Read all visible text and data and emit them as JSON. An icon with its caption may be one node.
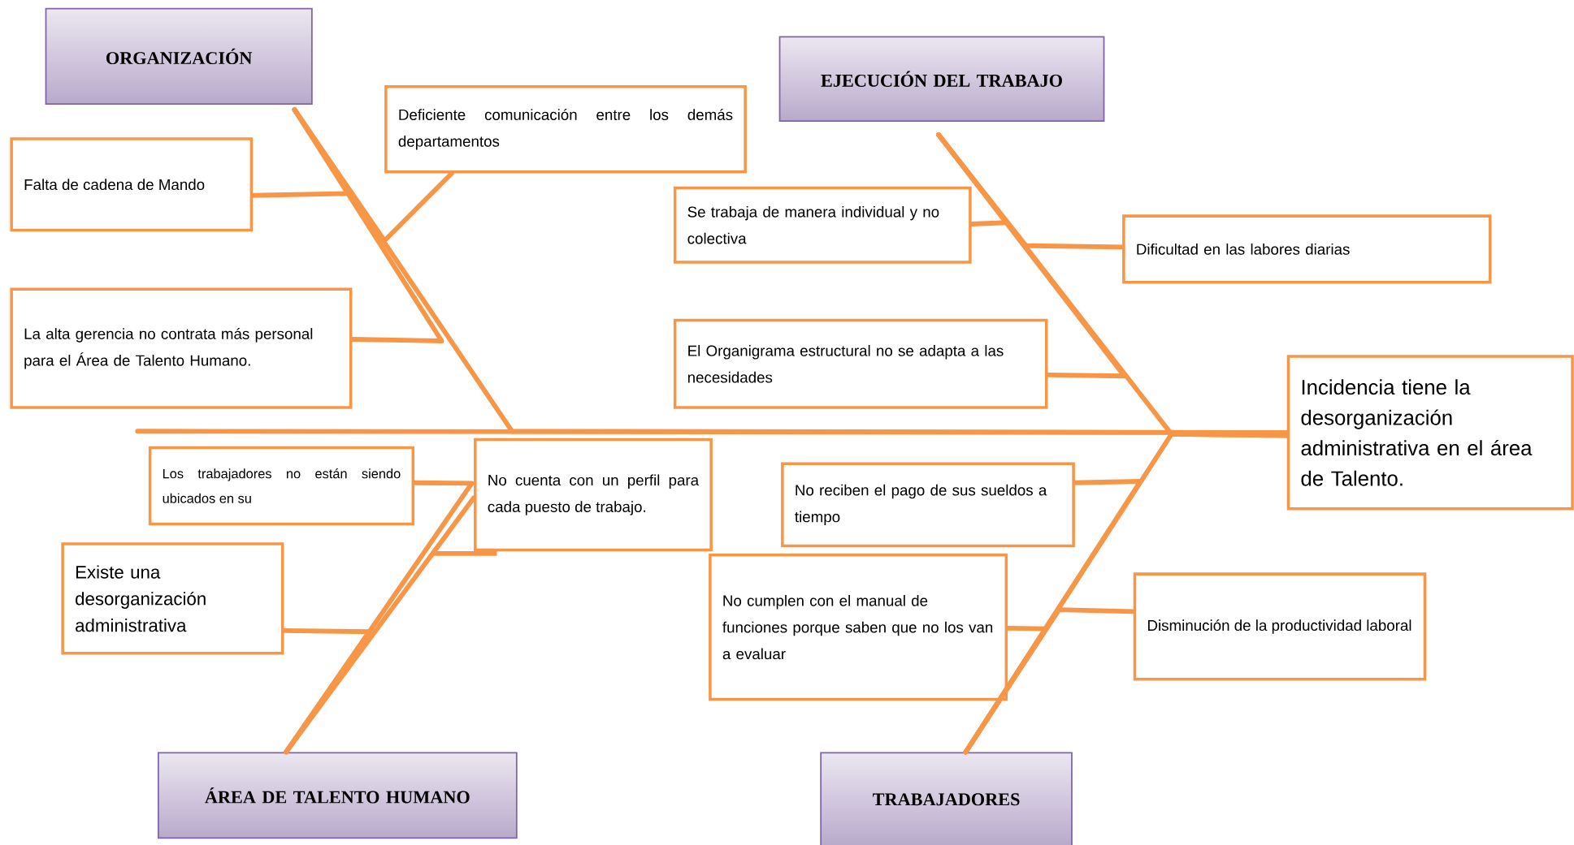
{
  "diagram": {
    "nodes": [
      {
        "text": [
          "ORGANIZACIÓN"
        ]
      },
      {
        "text": [
          "Deficiente comunicación entre los demás departamentos"
        ]
      },
      {
        "text": [
          "Falta de cadena de Mando"
        ]
      },
      {
        "text": [
          "La alta gerencia no contrata más personal para el Área de Talento Humano."
        ]
      },
      {
        "text": [
          "EJECUCIÓN DEL TRABAJO"
        ]
      },
      {
        "text": [
          "Se trabaja de manera individual y no colectiva"
        ]
      },
      {
        "text": [
          "Dificultad en las labores diarias"
        ]
      },
      {
        "text": [
          "El Organigrama estructural no se adapta  a las necesidades"
        ]
      },
      {
        "text": [
          "Incidencia tiene la desorganización administrativa en el área de Talento."
        ]
      },
      {
        "text": [
          "Los trabajadores no están siendo ubicados en su"
        ]
      },
      {
        "text": [
          "No cuenta con un perfil para cada puesto de trabajo."
        ]
      },
      {
        "text": [
          "No reciben el pago de sus sueldos a tiempo"
        ]
      },
      {
        "text": [
          "Existe una desorganización administrativa"
        ]
      },
      {
        "text": [
          "No cumplen con  el manual de funciones porque saben que no los van a evaluar"
        ]
      },
      {
        "text": [
          "Disminución de la productividad laboral"
        ]
      },
      {
        "text": [
          "ÁREA DE TALENTO HUMANO"
        ]
      },
      {
        "text": [
          "TRABAJADORES"
        ]
      }
    ],
    "edges": [
      {
        "from": null,
        "to": 8,
        "arrow": "none"
      },
      {
        "from": 0,
        "to": 8,
        "arrow": "none"
      },
      {
        "from": 1,
        "to": 0,
        "arrow": "none"
      },
      {
        "from": 2,
        "to": 0,
        "arrow": "none"
      },
      {
        "from": 3,
        "to": 0,
        "arrow": "none"
      },
      {
        "from": 4,
        "to": 8,
        "arrow": "none"
      },
      {
        "from": 5,
        "to": 4,
        "arrow": "none"
      },
      {
        "from": 6,
        "to": 4,
        "arrow": "none"
      },
      {
        "from": 7,
        "to": 4,
        "arrow": "none"
      },
      {
        "from": 15,
        "to": 10,
        "arrow": "none"
      },
      {
        "from": 9,
        "to": 15,
        "arrow": "none"
      },
      {
        "from": 12,
        "to": 15,
        "arrow": "none"
      },
      {
        "from": 16,
        "to": 8,
        "arrow": "none"
      },
      {
        "from": 11,
        "to": 16,
        "arrow": "none"
      },
      {
        "from": 13,
        "to": 16,
        "arrow": "none"
      },
      {
        "from": 14,
        "to": 16,
        "arrow": "none"
      }
    ]
  }
}
